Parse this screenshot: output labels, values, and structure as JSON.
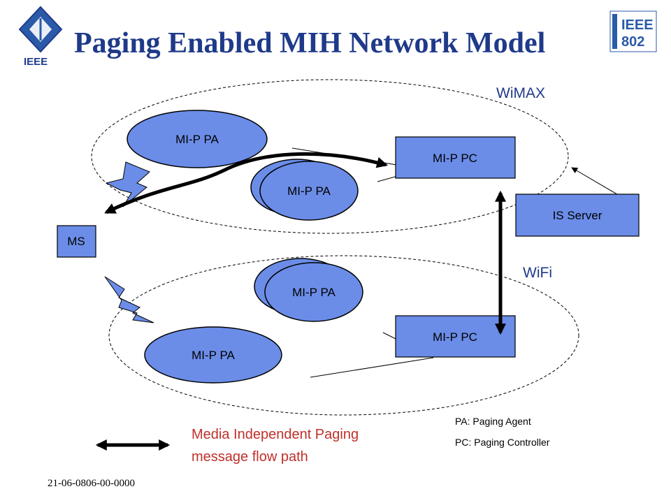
{
  "slide": {
    "title": "Paging Enabled MIH Network Model",
    "footer": "21-06-0806-00-0000"
  },
  "logos": {
    "ieee_left": "IEEE",
    "ieee802_top": "IEEE",
    "ieee802_bottom": "802"
  },
  "networks": {
    "wimax": "WiMAX",
    "wifi": "WiFi"
  },
  "nodes": {
    "wimax_pa_top": "MI-P PA",
    "wimax_pa_middle": "MI-P PA",
    "wimax_pc": "MI-P PC",
    "is_server": "IS Server",
    "ms": "MS",
    "wifi_pa_middle": "MI-P PA",
    "wifi_pa_bottom": "MI-P PA",
    "wifi_pc": "MI-P PC"
  },
  "legend": {
    "line1": "Media Independent Paging",
    "line2": "message flow path"
  },
  "abbreviations": {
    "pa": "PA: Paging Agent",
    "pc": "PC: Paging Controller"
  },
  "colors": {
    "node_fill": "#6b8de8",
    "title": "#1f3a8a",
    "legend_text": "#c0302a"
  }
}
